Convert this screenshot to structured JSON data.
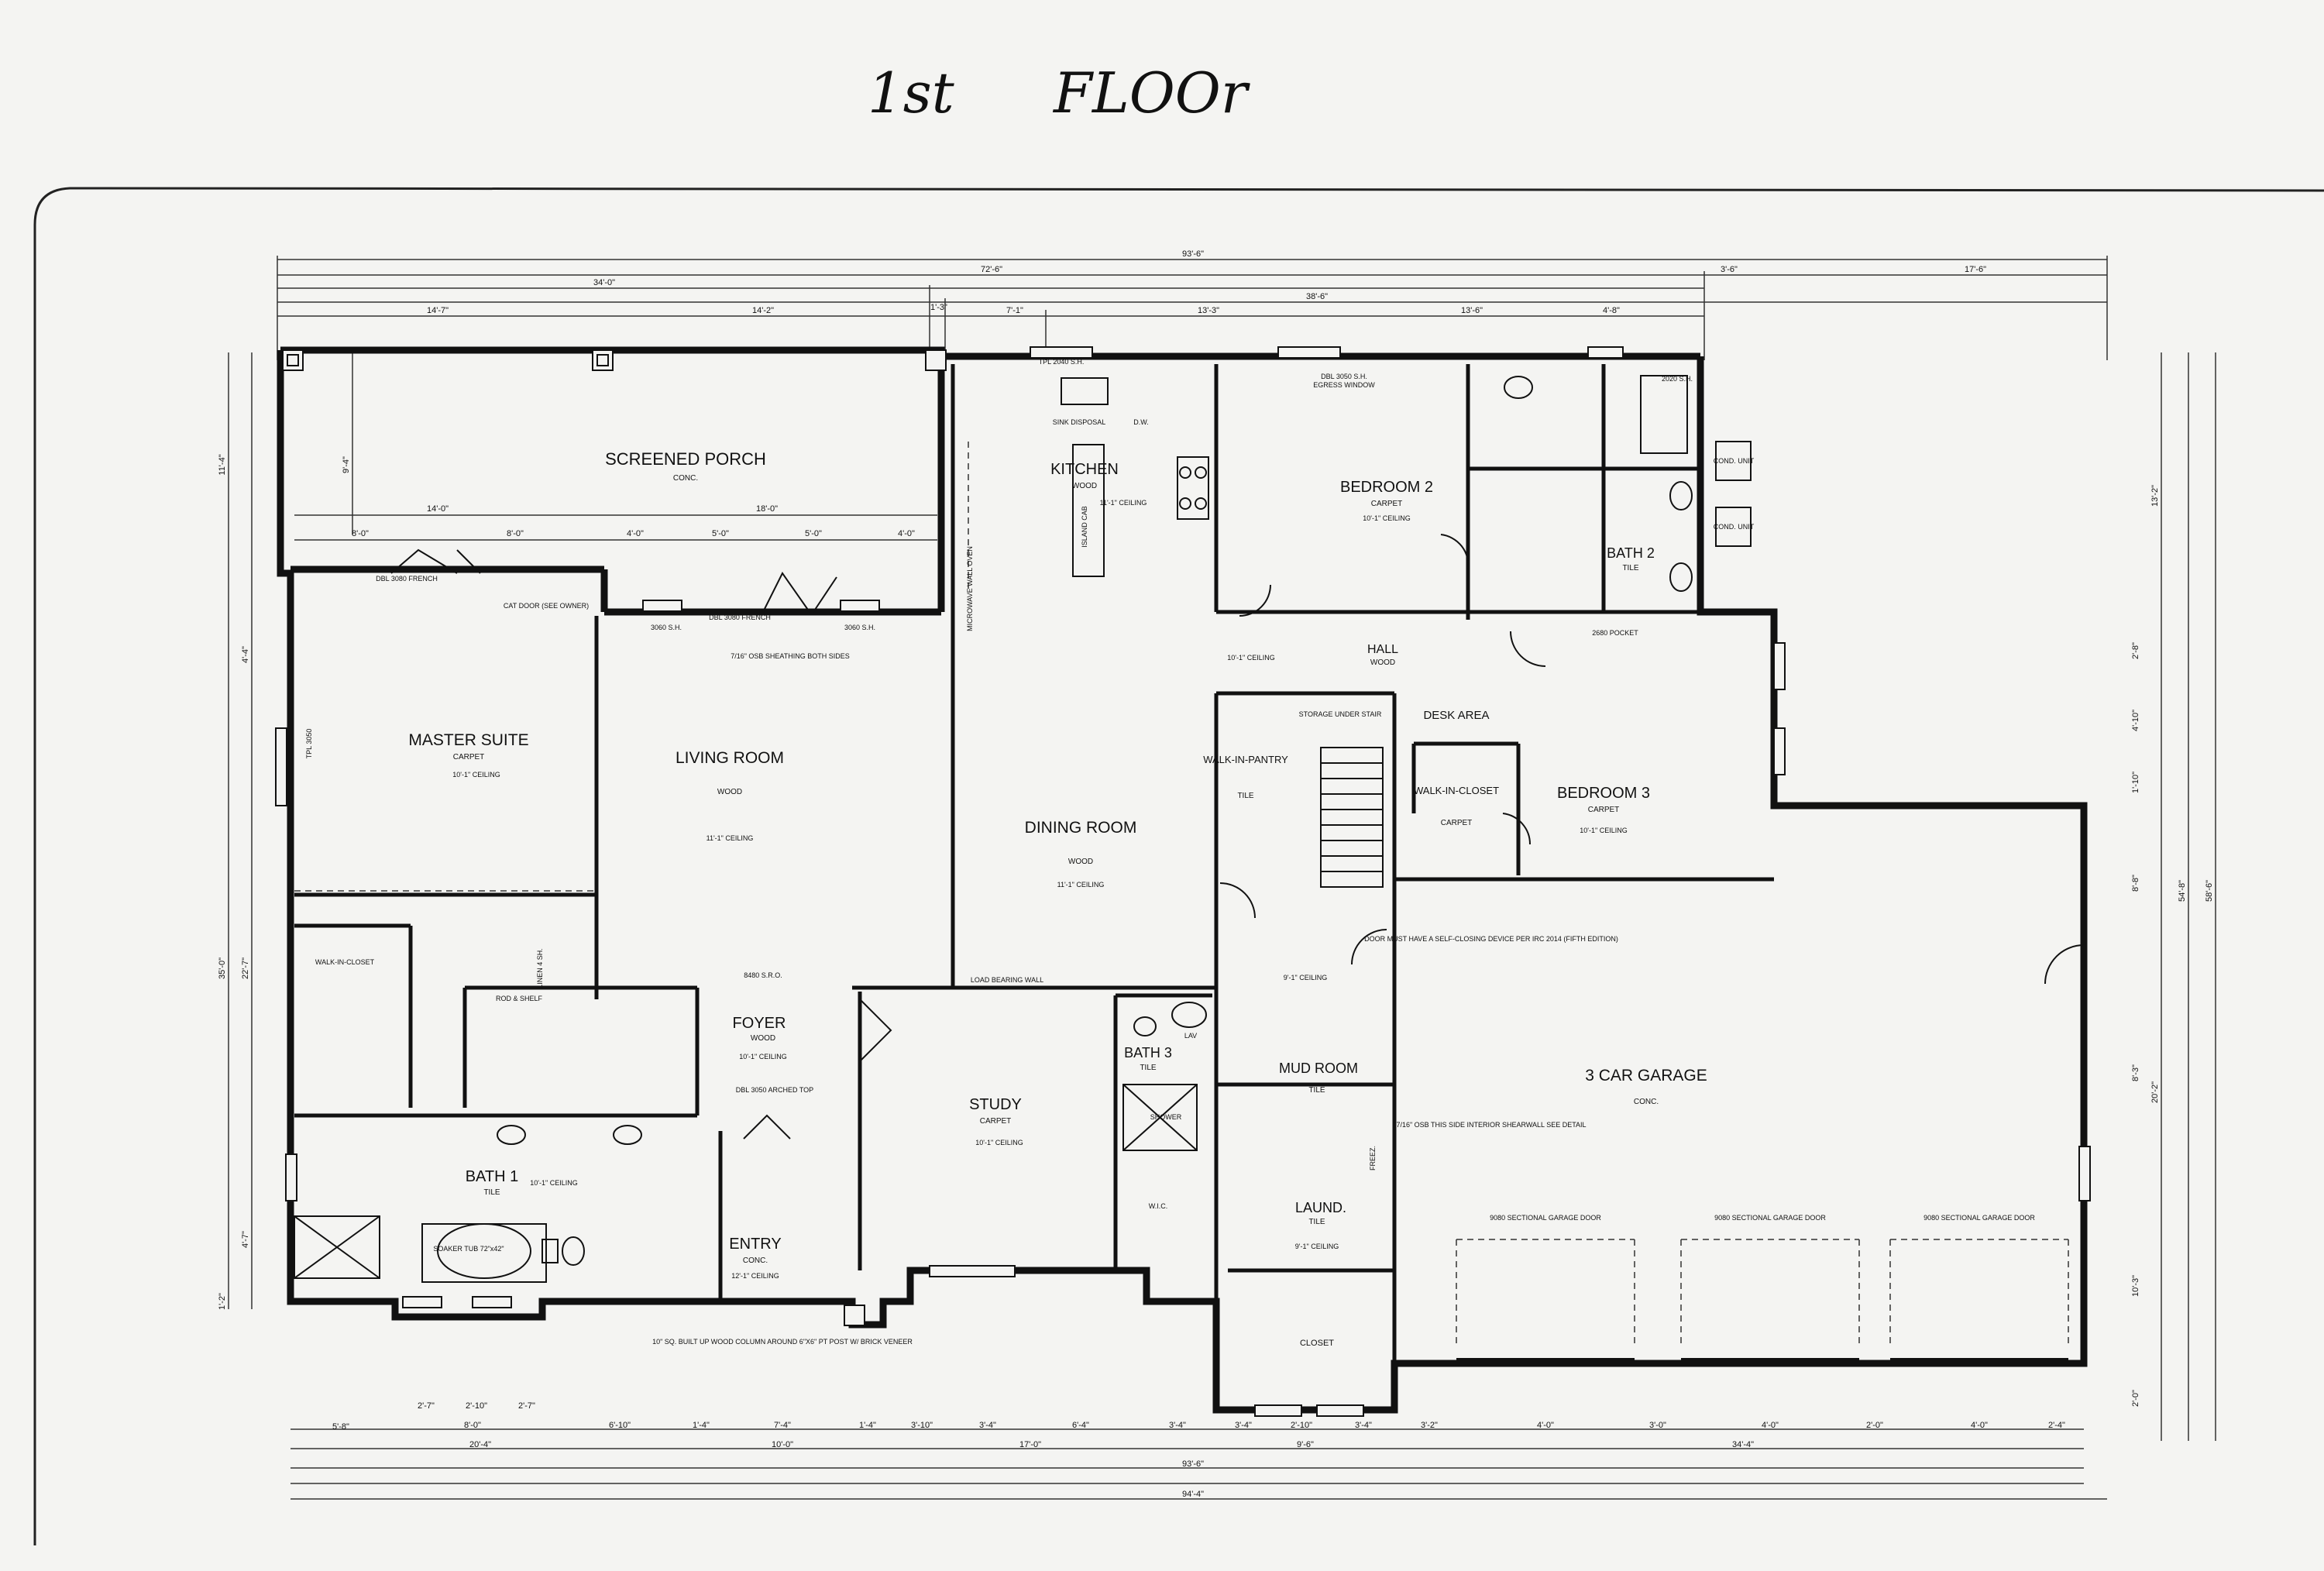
{
  "heading": {
    "level": "1st",
    "word": "FLOOr"
  },
  "rooms": [
    {
      "id": "screened-porch",
      "name": "SCREENED PORCH",
      "finish": "CONC.",
      "ceiling": ""
    },
    {
      "id": "kitchen",
      "name": "KITCHEN",
      "finish": "WOOD",
      "ceiling": "11'-1\" CEILING"
    },
    {
      "id": "bedroom-2",
      "name": "BEDROOM 2",
      "finish": "CARPET",
      "ceiling": "10'-1\" CEILING"
    },
    {
      "id": "bath-2",
      "name": "BATH 2",
      "finish": "TILE",
      "ceiling": ""
    },
    {
      "id": "master-suite",
      "name": "MASTER SUITE",
      "finish": "CARPET",
      "ceiling": "10'-1\" CEILING"
    },
    {
      "id": "living-room",
      "name": "LIVING ROOM",
      "finish": "WOOD",
      "ceiling": "11'-1\" CEILING"
    },
    {
      "id": "dining-room",
      "name": "DINING ROOM",
      "finish": "WOOD",
      "ceiling": "11'-1\" CEILING"
    },
    {
      "id": "walk-in-pantry",
      "name": "WALK-IN-PANTRY",
      "finish": "TILE",
      "ceiling": ""
    },
    {
      "id": "desk-area",
      "name": "DESK AREA",
      "finish": "",
      "ceiling": ""
    },
    {
      "id": "walk-in-closet-3",
      "name": "WALK-IN-CLOSET",
      "finish": "CARPET",
      "ceiling": ""
    },
    {
      "id": "bedroom-3",
      "name": "BEDROOM 3",
      "finish": "CARPET",
      "ceiling": "10'-1\" CEILING"
    },
    {
      "id": "hall",
      "name": "HALL",
      "finish": "WOOD",
      "ceiling": "10'-1\" CEILING"
    },
    {
      "id": "foyer",
      "name": "FOYER",
      "finish": "WOOD",
      "ceiling": "10'-1\" CEILING"
    },
    {
      "id": "study",
      "name": "STUDY",
      "finish": "CARPET",
      "ceiling": "10'-1\" CEILING"
    },
    {
      "id": "bath-3",
      "name": "BATH 3",
      "finish": "TILE",
      "ceiling": ""
    },
    {
      "id": "mud-room",
      "name": "MUD ROOM",
      "finish": "TILE",
      "ceiling": "9'-1\" CEILING"
    },
    {
      "id": "garage",
      "name": "3 CAR GARAGE",
      "finish": "CONC.",
      "ceiling": ""
    },
    {
      "id": "bath-1",
      "name": "BATH 1",
      "finish": "TILE",
      "ceiling": "10'-1\" CEILING"
    },
    {
      "id": "entry",
      "name": "ENTRY",
      "finish": "CONC.",
      "ceiling": "12'-1\" CEILING"
    },
    {
      "id": "laund",
      "name": "LAUND.",
      "finish": "TILE",
      "ceiling": "9'-1\" CEILING"
    },
    {
      "id": "closet",
      "name": "CLOSET",
      "finish": "",
      "ceiling": ""
    }
  ],
  "dimensions_top": [
    "93'-6\"",
    "72'-6\"",
    "34'-0\"",
    "38'-6\"",
    "3'-6\"",
    "17'-6\"",
    "14'-7\"",
    "14'-2\"",
    "1'-3\"",
    "7'-1\"",
    "13'-3\"",
    "13'-6\"",
    "4'-8\""
  ],
  "dimensions_porch": [
    "14'-0\"",
    "18'-0\"",
    "8'-0\"",
    "8'-0\"",
    "4'-0\"",
    "5'-0\"",
    "5'-0\"",
    "4'-0\""
  ],
  "dimensions_bottom": [
    "5'-8\"",
    "2'-7\"",
    "2'-10\"",
    "2'-7\"",
    "8'-0\"",
    "20'-4\"",
    "6'-10\"",
    "1'-4\"",
    "7'-4\"",
    "1'-4\"",
    "10'-0\"",
    "3'-10\"",
    "3'-4\"",
    "6'-4\"",
    "17'-0\"",
    "3'-4\"",
    "3'-4\"",
    "2'-10\"",
    "3'-4\"",
    "9'-6\"",
    "3'-2\"",
    "4'-0\"",
    "3'-0\"",
    "4'-0\"",
    "2'-0\"",
    "4'-0\"",
    "2'-4\"",
    "34'-4\"",
    "93'-6\"",
    "94'-4\""
  ],
  "dimensions_left": [
    "11'-4\"",
    "9'-4\"",
    "4'-4\"",
    "35'-0\"",
    "22'-7\"",
    "4'-7\"",
    "1'-2\""
  ],
  "dimensions_right": [
    "13'-2\"",
    "2'-8\"",
    "4'-10\"",
    "1'-10\"",
    "8'-8\"",
    "8'-3\"",
    "20'-2\"",
    "10'-3\"",
    "2'-0\"",
    "54'-8\"",
    "58'-6\""
  ],
  "notes": [
    "10\" SQ. BUILT UP WOOD COLUMN AROUND 6\"X6\" PT POST W/ BRICK VENEER",
    "7/16\" OSB SHEATHING BOTH SIDES",
    "DOOR MUST HAVE A SELF-CLOSING DEVICE PER IRC 2014 (FIFTH EDITION)",
    "7/16\" OSB THIS SIDE INTERIOR SHEARWALL SEE DETAIL",
    "LOAD BEARING WALL",
    "CAT DOOR (SEE OWNER)",
    "DBL 3050 ARCHED TOP",
    "EGRESS WINDOW",
    "9080 SECTIONAL GARAGE DOOR",
    "SOAKER TUB 72\"x42\"",
    "STORAGE UNDER STAIR"
  ],
  "labels": {
    "tpl2040": "TPL 2040 S.H.",
    "dbl3050": "DBL 3050 S.H.",
    "egress": "EGRESS WINDOW",
    "s2020": "2020 S.H.",
    "sink": "SINK DISPOSAL",
    "dw": "D.W.",
    "islandcab": "ISLAND CAB",
    "walloven": "MICROWAVE WALL OVEN",
    "dbl3080": "DBL 3080 FRENCH",
    "cat": "CAT DOOR (SEE OWNER)",
    "s3060a": "3060 S.H.",
    "french3080": "DBL 3080 FRENCH",
    "s3060b": "3060 S.H.",
    "osb": "7/16\" OSB SHEATHING BOTH SIDES",
    "tpl3050": "TPL 3050",
    "walkcloset": "WALK-IN-CLOSET",
    "rodshelf": "ROD & SHELF",
    "pocket": "2680 POCKET",
    "lbw": "LOAD BEARING WALL",
    "storage": "STORAGE UNDER STAIR",
    "sro8480": "8480 S.R.O.",
    "arched": "DBL 3050 ARCHED TOP",
    "column": "10\" SQ. BUILT UP WOOD COLUMN AROUND 6\"X6\" PT POST W/ BRICK VENEER",
    "selfclose": "DOOR MUST HAVE A SELF-CLOSING DEVICE PER IRC 2014 (FIFTH EDITION)",
    "shear": "7/16\" OSB THIS SIDE INTERIOR SHEARWALL SEE DETAIL",
    "gdoor": "9080 SECTIONAL GARAGE DOOR",
    "soaker": "SOAKER TUB 72\"x42\"",
    "shower": "SHOWER",
    "lin": "LINEN 4 SH.",
    "freez": "FREEZ.",
    "condo": "COND. UNIT",
    "lav": "LAV",
    "wic": "W.I.C."
  }
}
